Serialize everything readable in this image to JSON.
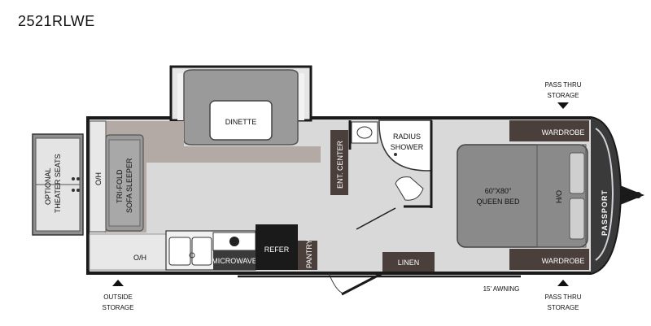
{
  "model": "2521RLWE",
  "brand": "PASSPORT",
  "labels": {
    "dinette": "DINETTE",
    "radius_shower": [
      "RADIUS",
      "SHOWER"
    ],
    "ent_center": "ENT. CENTER",
    "wardrobe_top": "WARDROBE",
    "wardrobe_bottom": "WARDROBE",
    "queen_bed": [
      "60\"X80\"",
      "QUEEN BED"
    ],
    "ho": "H/O",
    "oh_left": "O/H",
    "oh_bottom": "O/H",
    "sofa": [
      "TRI-FOLD",
      "SOFA SLEEPER"
    ],
    "theater": [
      "OPTIONAL",
      "THEATER SEATS"
    ],
    "microwave": "MICROWAVE",
    "refer": "REFER",
    "pantry": "PANTRY",
    "linen": "LINEN",
    "awning": "15' AWNING",
    "outside_storage": [
      "OUTSIDE",
      "STORAGE"
    ],
    "pass_thru_top": [
      "PASS THRU",
      "STORAGE"
    ],
    "pass_thru_bottom": [
      "PASS THRU",
      "STORAGE"
    ]
  },
  "colors": {
    "floor": "#d9d9d9",
    "wall": "#1a1a1a",
    "cabinet": "#4a3f3b",
    "bed": "#8a8a8a",
    "carpet": "#b3aaa5",
    "sofa": "#9a9a9a"
  }
}
